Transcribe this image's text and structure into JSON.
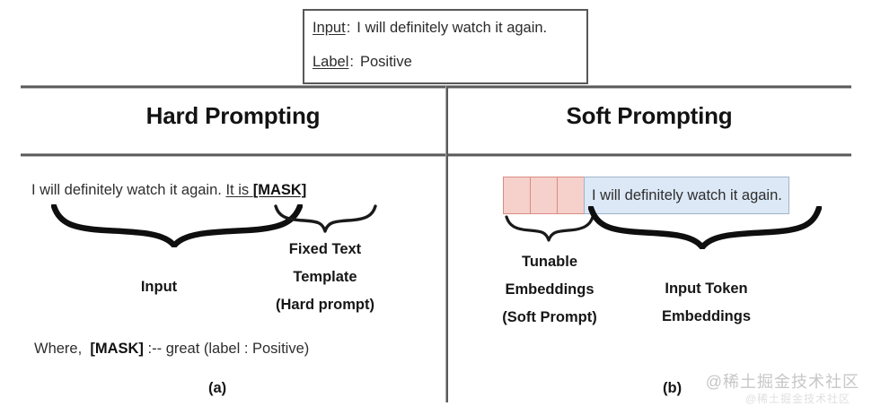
{
  "example_box": {
    "input_key": "Input",
    "input_sep": ":",
    "input_value": "I will definitely watch it again.",
    "label_key": "Label",
    "label_sep": ":",
    "label_value": "Positive"
  },
  "columns": {
    "left_title": "Hard Prompting",
    "right_title": "Soft Prompting"
  },
  "hard_prompting": {
    "sentence_input": "I will definitely watch it again.",
    "sentence_template": "It is",
    "sentence_mask": "[MASK]",
    "input_brace_label": "Input",
    "template_brace_label_1": "Fixed Text",
    "template_brace_label_2": "Template",
    "template_brace_label_3": "(Hard prompt)",
    "where_prefix": "Where,",
    "where_mask": "[MASK]",
    "where_suffix": ":-- great (label : Positive)",
    "figure_label": "(a)"
  },
  "soft_prompting": {
    "tunable_cell_count": 3,
    "input_box_text": "I will definitely watch it again.",
    "tunable_brace_label_1": "Tunable",
    "tunable_brace_label_2": "Embeddings",
    "tunable_brace_label_3": "(Soft Prompt)",
    "input_brace_label_1": "Input Token",
    "input_brace_label_2": "Embeddings",
    "figure_label": "(b)"
  },
  "watermark": {
    "text": "@稀土掘金技术社区",
    "subtext": "@稀土掘金技术社区"
  },
  "colors": {
    "tunable_fill": "#f6d0ca",
    "tunable_border": "#d98d84",
    "input_fill": "#dce8f6",
    "input_border": "#9fb4c9",
    "rule": "#5a5a5a",
    "text": "#231f20"
  }
}
